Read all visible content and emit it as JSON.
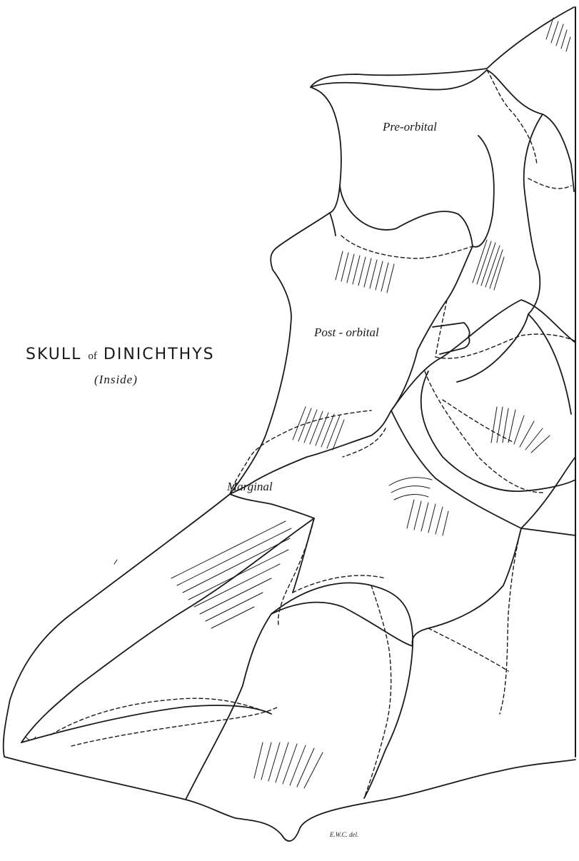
{
  "title": {
    "main_part1": "SKULL ",
    "main_of": "of",
    "main_part2": " DINICHTHYS",
    "subtitle": "(Inside)"
  },
  "labels": {
    "pre_orbital": "Pre-orbital",
    "post_orbital": "Post - orbital",
    "marginal": "Marginal"
  },
  "signature": "E.W.C. del.",
  "colors": {
    "ink": "#1a1a1a",
    "paper": "#ffffff"
  }
}
